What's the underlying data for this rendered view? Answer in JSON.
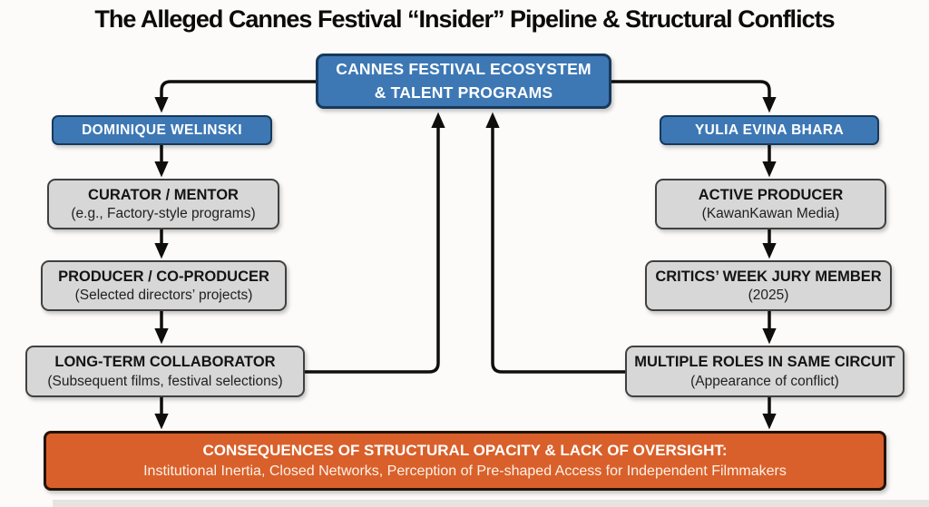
{
  "title": "The Alleged Cannes Festival “Insider” Pipeline & Structural Conflicts",
  "colors": {
    "node_blue": "#3d78b5",
    "node_blue_border": "#173a5c",
    "node_gray": "#d7d7d7",
    "consequence_orange": "#d9602a",
    "arrow_black": "#0e0e0e",
    "background": "#fcfbf9"
  },
  "diagram": {
    "root": {
      "label": "CANNES FESTIVAL ECOSYSTEM\n& TALENT PROGRAMS"
    },
    "left_branch": {
      "person": "DOMINIQUE WELINSKI",
      "steps": [
        {
          "title": "CURATOR / MENTOR",
          "subtitle": "(e.g., Factory-style programs)"
        },
        {
          "title": "PRODUCER / CO-PRODUCER",
          "subtitle": "(Selected directors’ projects)"
        },
        {
          "title": "LONG-TERM COLLABORATOR",
          "subtitle": "(Subsequent films, festival selections)"
        }
      ]
    },
    "right_branch": {
      "person": "YULIA EVINA BHARA",
      "steps": [
        {
          "title": "ACTIVE PRODUCER",
          "subtitle": "(KawanKawan Media)"
        },
        {
          "title": "CRITICS’ WEEK JURY MEMBER",
          "subtitle": "(2025)"
        },
        {
          "title": "MULTIPLE ROLES IN SAME CIRCUIT",
          "subtitle": "(Appearance of conflict)"
        }
      ]
    },
    "consequences": {
      "title": "CONSEQUENCES OF STRUCTURAL OPACITY & LACK OF OVERSIGHT:",
      "subtitle": "Institutional Inertia, Closed Networks, Perception of Pre-shaped Access for Independent Filmmakers"
    },
    "edges": [
      {
        "from": "cannes-ecosystem",
        "to": "dominique-welinski"
      },
      {
        "from": "cannes-ecosystem",
        "to": "yulia-evina-bhara"
      },
      {
        "from": "dominique-welinski",
        "to": "curator-mentor"
      },
      {
        "from": "curator-mentor",
        "to": "producer-co-producer"
      },
      {
        "from": "producer-co-producer",
        "to": "long-term-collaborator"
      },
      {
        "from": "long-term-collaborator",
        "to": "consequences"
      },
      {
        "from": "long-term-collaborator",
        "to": "cannes-ecosystem"
      },
      {
        "from": "yulia-evina-bhara",
        "to": "active-producer"
      },
      {
        "from": "active-producer",
        "to": "critics-week-jury-member"
      },
      {
        "from": "critics-week-jury-member",
        "to": "multiple-roles-in-same-circuit"
      },
      {
        "from": "multiple-roles-in-same-circuit",
        "to": "consequences"
      },
      {
        "from": "multiple-roles-in-same-circuit",
        "to": "cannes-ecosystem"
      }
    ]
  }
}
